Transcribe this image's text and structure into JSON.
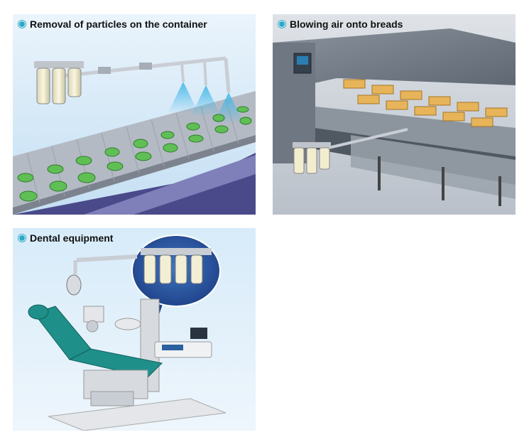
{
  "panels": [
    {
      "caption": "Removal of particles on the container"
    },
    {
      "caption": "Blowing air onto breads"
    },
    {
      "caption": "Dental equipment"
    }
  ],
  "colors": {
    "bullet": "#2fa8c8",
    "panel_bg": "#d4e9f8",
    "container_green": "#5fbf55",
    "bread": "#e7b45a",
    "dental_teal": "#1f8f8a"
  }
}
